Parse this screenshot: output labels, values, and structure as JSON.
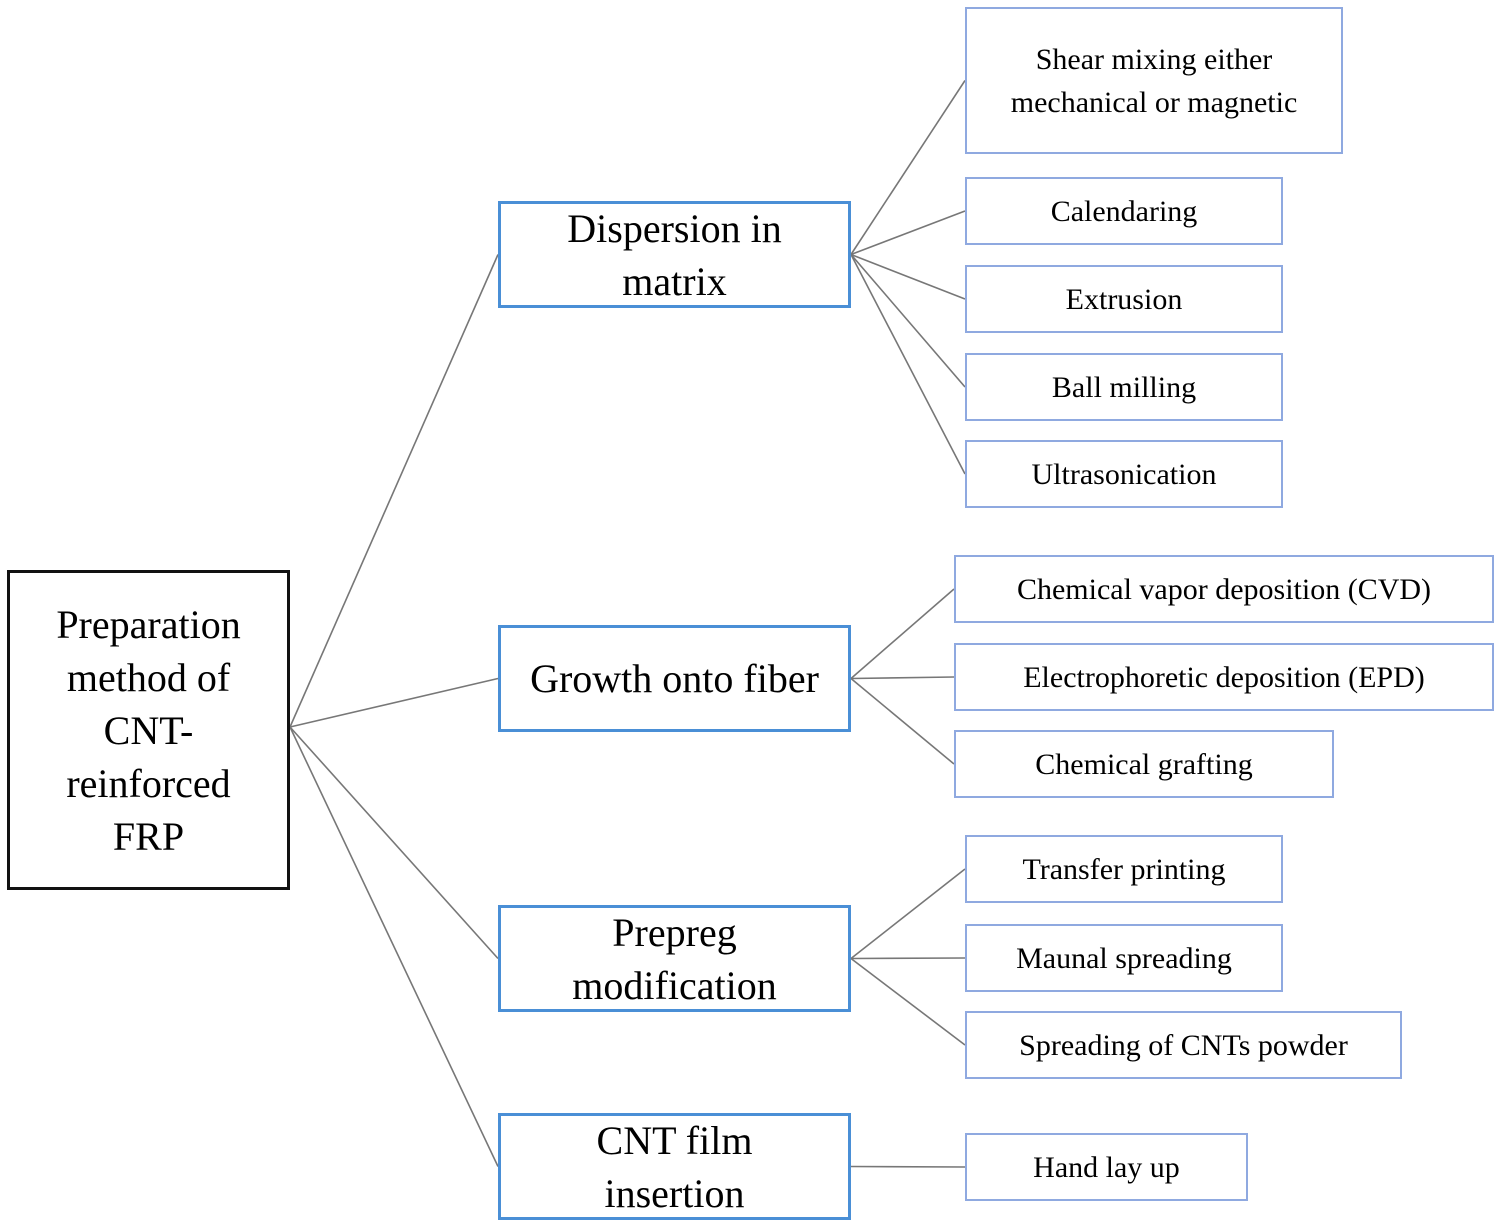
{
  "diagram": {
    "root": {
      "label": "Preparation\nmethod of\nCNT-\nreinforced\nFRP"
    },
    "categories": [
      {
        "label": "Dispersion in\nmatrix",
        "children": [
          "Shear mixing either\nmechanical or magnetic",
          "Calendaring",
          "Extrusion",
          "Ball milling",
          "Ultrasonication"
        ]
      },
      {
        "label": "Growth onto fiber",
        "children": [
          "Chemical vapor deposition (CVD)",
          "Electrophoretic deposition (EPD)",
          "Chemical grafting"
        ]
      },
      {
        "label": "Prepreg\nmodification",
        "children": [
          "Transfer printing",
          "Maunal spreading",
          "Spreading of CNTs powder"
        ]
      },
      {
        "label": "CNT film\ninsertion",
        "children": [
          "Hand lay up"
        ]
      }
    ],
    "colors": {
      "root_border": "#111111",
      "category_border": "#4a8fd6",
      "leaf_border": "#8fa9e0",
      "connector": "#777777"
    }
  }
}
